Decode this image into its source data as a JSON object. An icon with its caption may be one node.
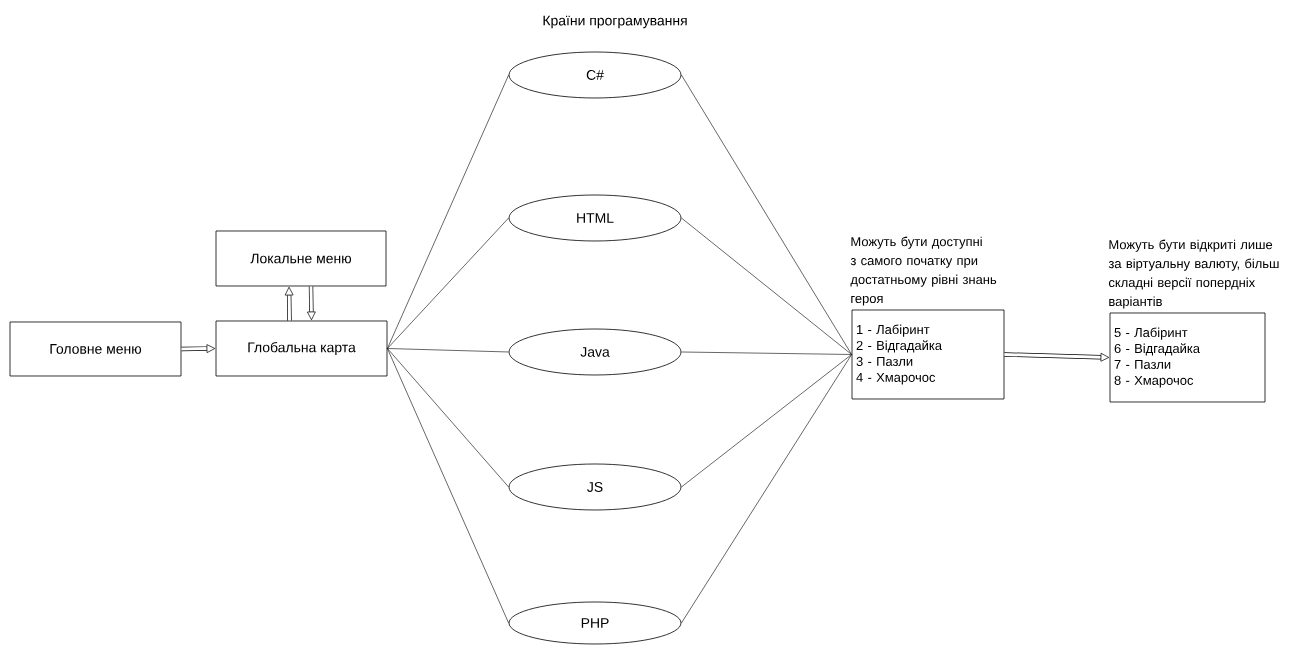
{
  "diagram": {
    "title": "Країни програмування",
    "nodes": [
      {
        "text": [
          "Головне меню"
        ]
      },
      {
        "text": [
          "Локальне меню"
        ]
      },
      {
        "text": [
          "Глобальна карта"
        ]
      },
      {
        "text": [
          "C#"
        ]
      },
      {
        "text": [
          "HTML"
        ]
      },
      {
        "text": [
          "Java"
        ]
      },
      {
        "text": [
          "JS"
        ]
      },
      {
        "text": [
          "PHP"
        ]
      },
      {
        "text": [
          "Можуть бути доступні з самого початку при достатньому рівні знань героя",
          "1 - Лабіринт",
          "2 - Відгадайка",
          "3 - Пазли",
          "4 - Хмарочос"
        ]
      },
      {
        "text": [
          "Можуть бути відкриті лише за віртуальну валюту, більш складні версії попердніх варіантів",
          "5 - Лабіринт",
          "6 - Відгадайка",
          "7 - Пазли",
          "8 - Хмарочос"
        ]
      }
    ],
    "edges": [
      {
        "from": 0,
        "to": 2,
        "arrow": "to",
        "style": "thick"
      },
      {
        "from": 2,
        "to": 1,
        "arrow": "to",
        "style": "thick"
      },
      {
        "from": 1,
        "to": 2,
        "arrow": "to",
        "style": "thick"
      },
      {
        "from": 2,
        "to": 3,
        "arrow": "none"
      },
      {
        "from": 2,
        "to": 4,
        "arrow": "none"
      },
      {
        "from": 2,
        "to": 5,
        "arrow": "none"
      },
      {
        "from": 2,
        "to": 6,
        "arrow": "none"
      },
      {
        "from": 2,
        "to": 7,
        "arrow": "none"
      },
      {
        "from": 3,
        "to": 8,
        "arrow": "none"
      },
      {
        "from": 4,
        "to": 8,
        "arrow": "none"
      },
      {
        "from": 5,
        "to": 8,
        "arrow": "none"
      },
      {
        "from": 6,
        "to": 8,
        "arrow": "none"
      },
      {
        "from": 7,
        "to": 8,
        "arrow": "none"
      },
      {
        "from": 8,
        "to": 9,
        "arrow": "to",
        "style": "thick"
      }
    ]
  }
}
